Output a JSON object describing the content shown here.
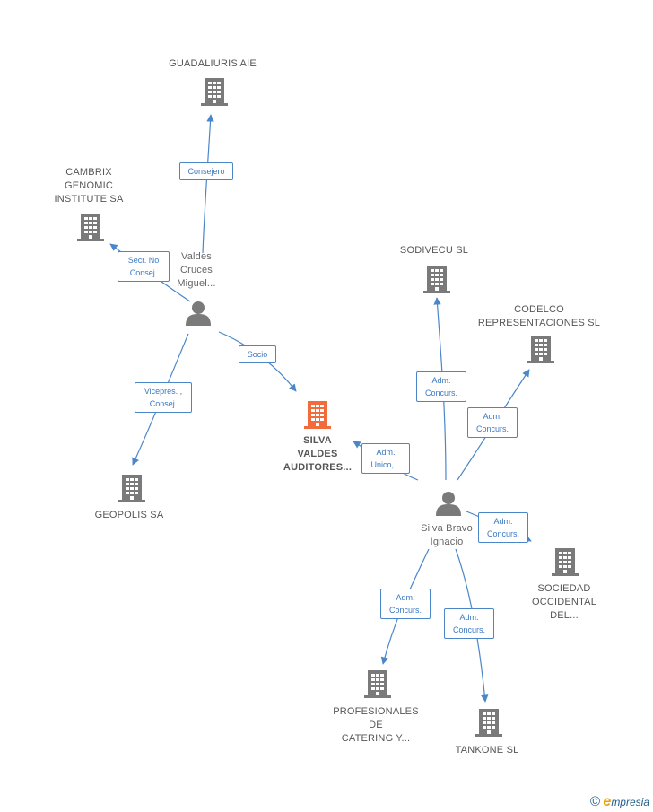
{
  "colors": {
    "edge": "#4a86c8",
    "building": "#7a7a7a",
    "focus": "#f26b3a",
    "person": "#7a7a7a"
  },
  "nodes": {
    "guadaliuris": {
      "lines": [
        "GUADALIURIS AIE"
      ],
      "icon": "building-icon"
    },
    "cambrix": {
      "lines": [
        "CAMBRIX",
        "GENOMIC",
        "INSTITUTE SA"
      ],
      "icon": "building-icon"
    },
    "valdes": {
      "lines": [
        "Valdes",
        "Cruces",
        "Miguel..."
      ],
      "icon": "person-icon"
    },
    "silva_valdes": {
      "lines": [
        "SILVA",
        "VALDES",
        "AUDITORES..."
      ],
      "icon": "building-icon"
    },
    "geopolis": {
      "lines": [
        "GEOPOLIS SA"
      ],
      "icon": "building-icon"
    },
    "sodivecu": {
      "lines": [
        "SODIVECU SL"
      ],
      "icon": "building-icon"
    },
    "codelco": {
      "lines": [
        "CODELCO",
        "REPRESENTACIONES SL"
      ],
      "icon": "building-icon"
    },
    "silva_bravo": {
      "lines": [
        "Silva Bravo",
        "Ignacio"
      ],
      "icon": "person-icon"
    },
    "sociedad": {
      "lines": [
        "SOCIEDAD",
        "OCCIDENTAL",
        "DEL..."
      ],
      "icon": "building-icon"
    },
    "profesionales": {
      "lines": [
        "PROFESIONALES",
        "DE",
        "CATERING Y..."
      ],
      "icon": "building-icon"
    },
    "tankone": {
      "lines": [
        "TANKONE SL"
      ],
      "icon": "building-icon"
    }
  },
  "edges": {
    "consejero": {
      "lines": [
        "Consejero"
      ]
    },
    "secr": {
      "lines": [
        "Secr.  No",
        "Consej."
      ]
    },
    "socio": {
      "lines": [
        "Socio"
      ]
    },
    "vicepres": {
      "lines": [
        "Vicepres. ,",
        "Consej."
      ]
    },
    "adm_unico": {
      "lines": [
        "Adm.",
        "Unico,..."
      ]
    },
    "adm_sodivecu": {
      "lines": [
        "Adm.",
        "Concurs."
      ]
    },
    "adm_codelco": {
      "lines": [
        "Adm.",
        "Concurs."
      ]
    },
    "adm_sociedad": {
      "lines": [
        "Adm.",
        "Concurs."
      ]
    },
    "adm_profesionales": {
      "lines": [
        "Adm.",
        "Concurs."
      ]
    },
    "adm_tankone": {
      "lines": [
        "Adm.",
        "Concurs."
      ]
    }
  },
  "brand": {
    "copyright": "©",
    "name_initial": "e",
    "name_rest": "mpresia"
  }
}
